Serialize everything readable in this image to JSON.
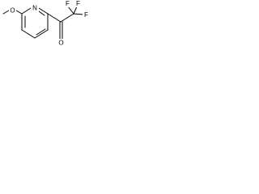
{
  "molecule": {
    "atoms": {
      "methyl_oxygen": "O",
      "ring_nitrogen": "N",
      "fluorine_1": "F",
      "fluorine_2": "F",
      "fluorine_3": "F",
      "carbonyl_oxygen": "O"
    }
  }
}
